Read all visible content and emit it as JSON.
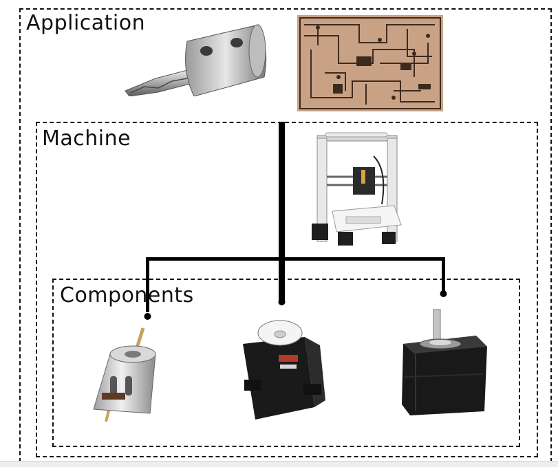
{
  "labels": {
    "application": "Application",
    "machine": "Machine",
    "components": "Components"
  },
  "images": [
    {
      "name": "end-mill-tool-holder",
      "layer": "application"
    },
    {
      "name": "pcb-board",
      "layer": "application"
    },
    {
      "name": "3d-printer-cnc-machine",
      "layer": "machine"
    },
    {
      "name": "dc-motor",
      "layer": "components"
    },
    {
      "name": "servo-motor",
      "layer": "components"
    },
    {
      "name": "stepper-motor",
      "layer": "components"
    }
  ],
  "colors": {
    "border": "#111111",
    "line": "#000000",
    "background": "#ffffff"
  }
}
